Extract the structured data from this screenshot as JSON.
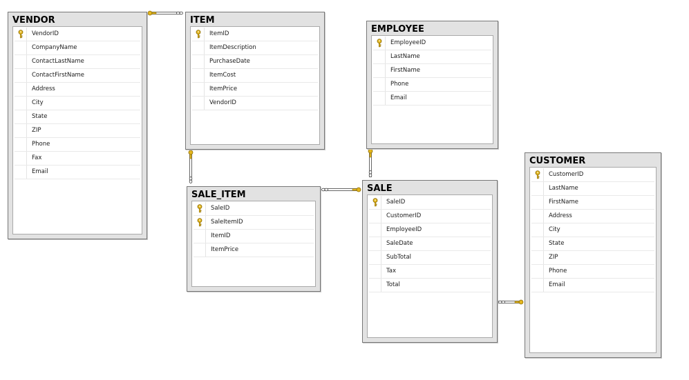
{
  "tables": {
    "vendor": {
      "name": "VENDOR",
      "columns": [
        {
          "name": "VendorID",
          "pk": true
        },
        {
          "name": "CompanyName",
          "pk": false
        },
        {
          "name": "ContactLastName",
          "pk": false
        },
        {
          "name": "ContactFirstName",
          "pk": false
        },
        {
          "name": "Address",
          "pk": false
        },
        {
          "name": "City",
          "pk": false
        },
        {
          "name": "State",
          "pk": false
        },
        {
          "name": "ZIP",
          "pk": false
        },
        {
          "name": "Phone",
          "pk": false
        },
        {
          "name": "Fax",
          "pk": false
        },
        {
          "name": "Email",
          "pk": false
        }
      ]
    },
    "item": {
      "name": "ITEM",
      "columns": [
        {
          "name": "ItemID",
          "pk": true
        },
        {
          "name": "ItemDescription",
          "pk": false
        },
        {
          "name": "PurchaseDate",
          "pk": false
        },
        {
          "name": "ItemCost",
          "pk": false
        },
        {
          "name": "ItemPrice",
          "pk": false
        },
        {
          "name": "VendorID",
          "pk": false
        }
      ]
    },
    "employee": {
      "name": "EMPLOYEE",
      "columns": [
        {
          "name": "EmployeeID",
          "pk": true
        },
        {
          "name": "LastName",
          "pk": false
        },
        {
          "name": "FirstName",
          "pk": false
        },
        {
          "name": "Phone",
          "pk": false
        },
        {
          "name": "Email",
          "pk": false
        }
      ]
    },
    "sale_item": {
      "name": "SALE_ITEM",
      "columns": [
        {
          "name": "SaleID",
          "pk": true
        },
        {
          "name": "SaleItemID",
          "pk": true
        },
        {
          "name": "ItemID",
          "pk": false
        },
        {
          "name": "ItemPrice",
          "pk": false
        }
      ]
    },
    "sale": {
      "name": "SALE",
      "columns": [
        {
          "name": "SaleID",
          "pk": true
        },
        {
          "name": "CustomerID",
          "pk": false
        },
        {
          "name": "EmployeeID",
          "pk": false
        },
        {
          "name": "SaleDate",
          "pk": false
        },
        {
          "name": "SubTotal",
          "pk": false
        },
        {
          "name": "Tax",
          "pk": false
        },
        {
          "name": "Total",
          "pk": false
        }
      ]
    },
    "customer": {
      "name": "CUSTOMER",
      "columns": [
        {
          "name": "CustomerID",
          "pk": true
        },
        {
          "name": "LastName",
          "pk": false
        },
        {
          "name": "FirstName",
          "pk": false
        },
        {
          "name": "Address",
          "pk": false
        },
        {
          "name": "City",
          "pk": false
        },
        {
          "name": "State",
          "pk": false
        },
        {
          "name": "ZIP",
          "pk": false
        },
        {
          "name": "Phone",
          "pk": false
        },
        {
          "name": "Email",
          "pk": false
        }
      ]
    }
  },
  "relationships": [
    {
      "one": "vendor",
      "many": "item"
    },
    {
      "one": "item",
      "many": "sale_item"
    },
    {
      "one": "sale",
      "many": "sale_item"
    },
    {
      "one": "employee",
      "many": "sale"
    },
    {
      "one": "customer",
      "many": "sale"
    }
  ],
  "colors": {
    "key_icon": "#e3b61e",
    "connector_line": "#666666",
    "table_frame": "#e2e2e2"
  }
}
